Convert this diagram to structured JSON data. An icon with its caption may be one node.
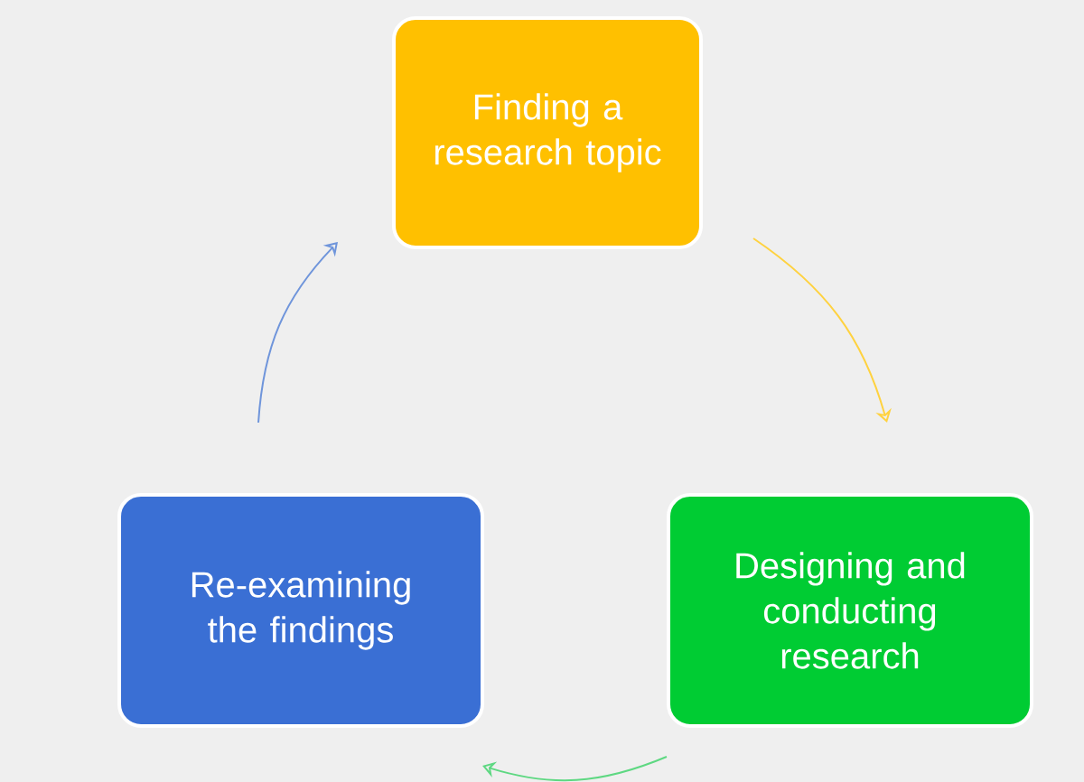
{
  "diagram": {
    "nodes": [
      {
        "text": [
          "Finding a research topic"
        ]
      },
      {
        "text": [
          "Designing and conducting research"
        ]
      },
      {
        "text": [
          "Re-examining the findings"
        ]
      }
    ],
    "edges": [
      {
        "from": 0,
        "to": 1,
        "arrow": "to",
        "color": "#ffd23f"
      },
      {
        "from": 1,
        "to": 2,
        "arrow": "to",
        "color": "#5ed882"
      },
      {
        "from": 2,
        "to": 0,
        "arrow": "to",
        "color": "#6f95db"
      }
    ]
  }
}
